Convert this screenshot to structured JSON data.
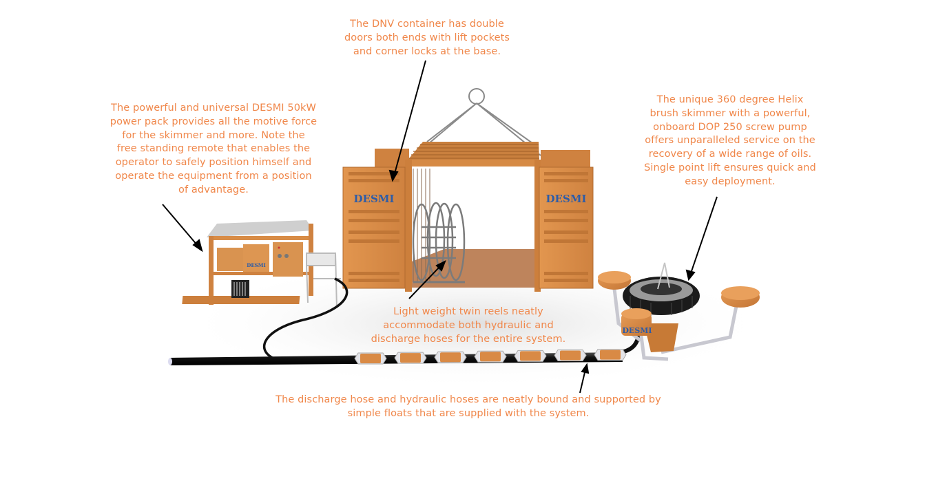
{
  "diagram": {
    "brand": "DESMI",
    "accent_color": "#f0874a",
    "equipment_color": "#d98a45",
    "logo_color": "#2c5ca8",
    "callouts": {
      "container": "The DNV container has double\ndoors both ends with lift pockets\nand corner locks at the base.",
      "power_pack": "The powerful and universal DESMI 50kW\npower pack provides all the motive force\nfor the skimmer and more. Note the\nfree standing remote that enables the\noperator to safely position himself and\noperate the equipment from a position\nof advantage.",
      "skimmer": "The unique 360 degree Helix\nbrush skimmer with a powerful,\nonboard DOP 250 screw pump\noffers unparalleled service on the\nrecovery of a wide range of oils.\nSingle point lift ensures quick and\neasy deployment.",
      "reels": "Light weight twin reels neatly\naccommodate both hydraulic and\ndischarge hoses for the entire system.",
      "hoses": "The discharge hose and hydraulic hoses are neatly bound and supported by\nsimple floats that are supplied with the system."
    },
    "logos": {
      "container_left_door": "DESMI",
      "container_right_door": "DESMI",
      "power_pack": "DESMI",
      "skimmer_float": "DESMI"
    },
    "float_count": 7
  }
}
